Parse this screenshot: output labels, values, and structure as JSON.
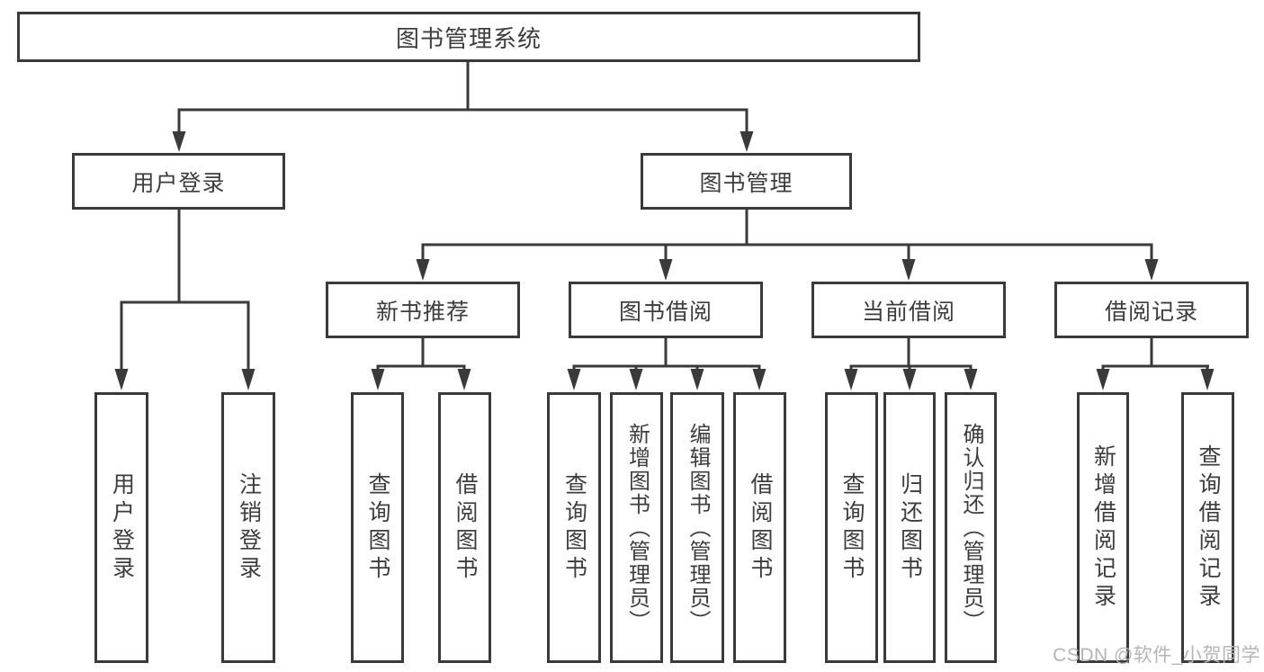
{
  "diagram": {
    "root": {
      "label": "图书管理系统"
    },
    "level2": [
      {
        "label": "用户登录"
      },
      {
        "label": "图书管理"
      }
    ],
    "level3": [
      {
        "label": "新书推荐",
        "parent": "图书管理"
      },
      {
        "label": "图书借阅",
        "parent": "图书管理"
      },
      {
        "label": "当前借阅",
        "parent": "图书管理"
      },
      {
        "label": "借阅记录",
        "parent": "图书管理"
      }
    ],
    "leaves": [
      {
        "label": "用户登录",
        "parent": "用户登录"
      },
      {
        "label": "注销登录",
        "parent": "用户登录"
      },
      {
        "label": "查询图书",
        "parent": "新书推荐"
      },
      {
        "label": "借阅图书",
        "parent": "新书推荐"
      },
      {
        "label": "查询图书",
        "parent": "图书借阅"
      },
      {
        "label": "新增图书（管理员）",
        "parent": "图书借阅"
      },
      {
        "label": "编辑图书（管理员）",
        "parent": "图书借阅"
      },
      {
        "label": "借阅图书",
        "parent": "图书借阅"
      },
      {
        "label": "查询图书",
        "parent": "当前借阅"
      },
      {
        "label": "归还图书",
        "parent": "当前借阅"
      },
      {
        "label": "确认归还（管理员）",
        "parent": "当前借阅"
      },
      {
        "label": "新增借阅记录",
        "parent": "借阅记录"
      },
      {
        "label": "查询借阅记录",
        "parent": "借阅记录"
      }
    ]
  },
  "watermark": {
    "text": "CSDN @软件_小贺同学"
  },
  "colors": {
    "line": "#3a3a3a",
    "text": "#3d3d3d",
    "watermark": "#b5b5b5",
    "background": "#ffffff"
  }
}
